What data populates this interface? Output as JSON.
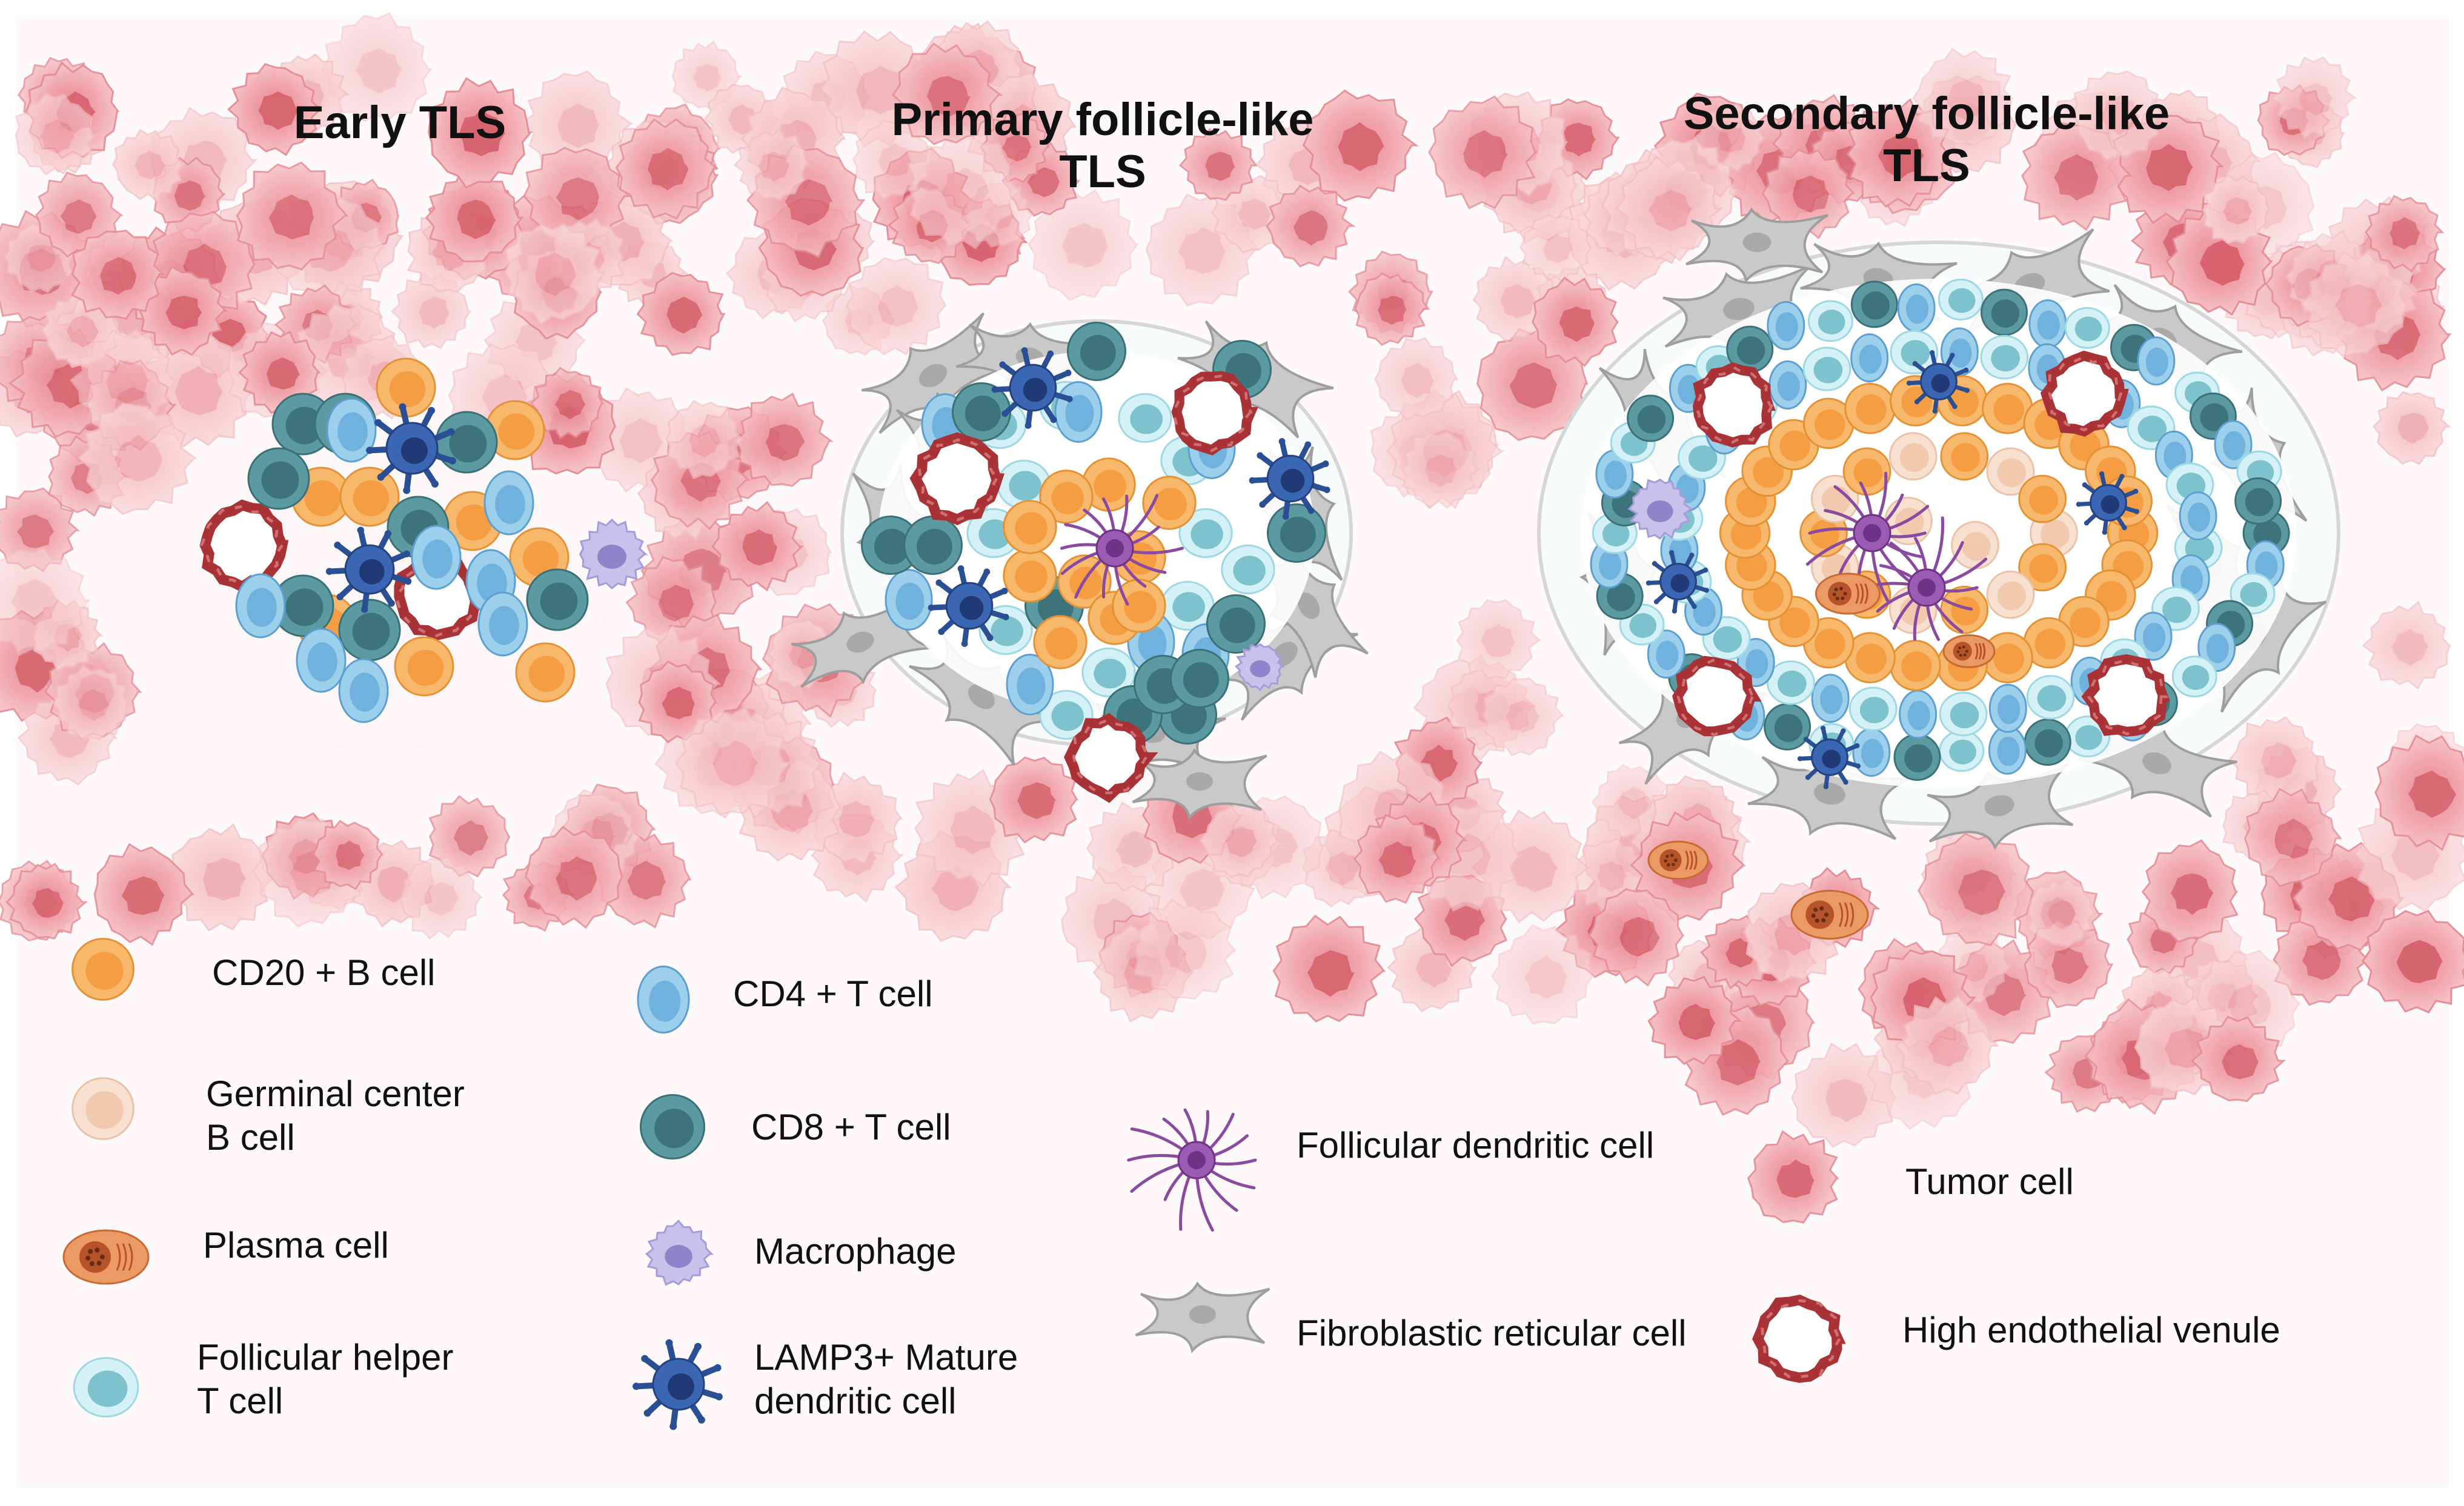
{
  "titles": {
    "early": "Early TLS",
    "primary_line1": "Primary follicle-like",
    "primary_line2": "TLS",
    "secondary_line1": "Secondary follicle-like",
    "secondary_line2": "TLS"
  },
  "legend": {
    "cd20_b_cell": "CD20 + B cell",
    "germinal_center_b_line1": "Germinal center",
    "germinal_center_b_line2": "B cell",
    "plasma_cell": "Plasma cell",
    "tfh_line1": "Follicular helper",
    "tfh_line2": "T cell",
    "cd4_t_cell": "CD4 + T cell",
    "cd8_t_cell": "CD8 + T cell",
    "macrophage": "Macrophage",
    "lamp3_line1": "LAMP3+ Mature",
    "lamp3_line2": "dendritic cell",
    "follicular_dc": "Follicular dendritic cell",
    "frc": "Fibroblastic reticular cell",
    "tumor_cell": "Tumor cell",
    "hev": "High endothelial venule"
  },
  "colors": {
    "background": "#ffffff",
    "tumor_light": "#f6c7cb",
    "tumor": "#ee9aa1",
    "tumor_dark": "#e07b84",
    "b_cell": "#f7b264",
    "gc_b_cell": "#f5d9c6",
    "plasma_cell": "#e58a55",
    "tfh": "#c6ecf2",
    "cd4": "#8cc7e8",
    "cd8": "#4e8c93",
    "macrophage": "#b9b3e2",
    "mature_dc": "#2f5aa6",
    "fdc": "#8a4aa0",
    "frc": "#c8c8c8",
    "hev": "#a83236"
  }
}
